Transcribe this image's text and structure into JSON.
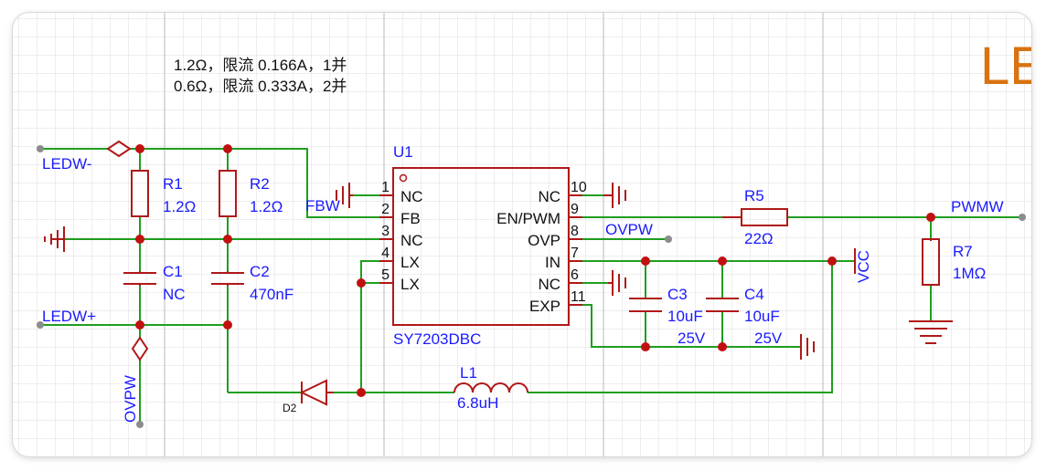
{
  "notes": {
    "line1": "1.2Ω，限流 0.166A，1并",
    "line2": "0.6Ω，限流 0.333A，2并"
  },
  "title_fragment": "LE",
  "chip": {
    "ref": "U1",
    "part": "SY7203DBC",
    "left_pins": [
      {
        "num": "1",
        "name": "NC"
      },
      {
        "num": "2",
        "name": "FB"
      },
      {
        "num": "3",
        "name": "NC"
      },
      {
        "num": "4",
        "name": "LX"
      },
      {
        "num": "5",
        "name": "LX"
      }
    ],
    "right_pins": [
      {
        "num": "10",
        "name": "NC"
      },
      {
        "num": "9",
        "name": "EN/PWM"
      },
      {
        "num": "8",
        "name": "OVP"
      },
      {
        "num": "7",
        "name": "IN"
      },
      {
        "num": "6",
        "name": "NC"
      },
      {
        "num": "11",
        "name": "EXP"
      }
    ]
  },
  "nets": {
    "ledw_minus": "LEDW-",
    "ledw_plus": "LEDW+",
    "ovpw_left": "OVPW",
    "ovpw_right": "OVPW",
    "fbw": "FBW",
    "pwmw": "PWMW",
    "vcc": "VCC"
  },
  "components": {
    "r1": {
      "ref": "R1",
      "value": "1.2Ω"
    },
    "r2": {
      "ref": "R2",
      "value": "1.2Ω"
    },
    "c1": {
      "ref": "C1",
      "value": "NC"
    },
    "c2": {
      "ref": "C2",
      "value": "470nF"
    },
    "c3": {
      "ref": "C3",
      "value": "10uF",
      "voltage": "25V"
    },
    "c4": {
      "ref": "C4",
      "value": "10uF",
      "voltage": "25V"
    },
    "r5": {
      "ref": "R5",
      "value": "22Ω"
    },
    "r7": {
      "ref": "R7",
      "value": "1MΩ"
    },
    "l1": {
      "ref": "L1",
      "value": "6.8uH"
    },
    "d2": {
      "ref": "D2"
    }
  },
  "colors": {
    "wire": "#1f9e1f",
    "component": "#b01818",
    "label": "#1a1aff",
    "grid": "#dcdcdc",
    "grid_major": "#c4c4c4",
    "title": "#d9720f"
  }
}
